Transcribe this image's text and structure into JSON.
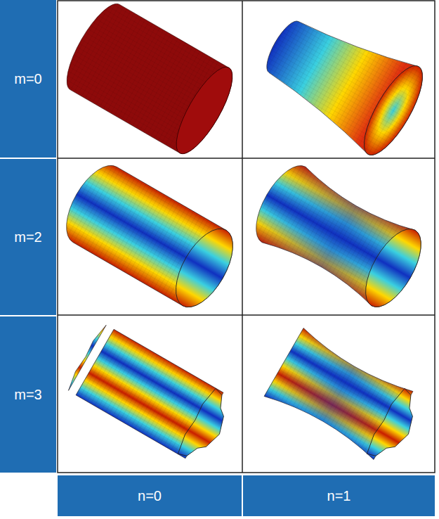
{
  "diagram": {
    "nodes": [
      {
        "text": [
          "m=0"
        ]
      },
      {
        "text": [
          "m=2"
        ]
      },
      {
        "text": [
          "m=3"
        ]
      },
      {
        "text": [
          "n=0"
        ]
      },
      {
        "text": [
          "n=1"
        ]
      }
    ]
  }
}
